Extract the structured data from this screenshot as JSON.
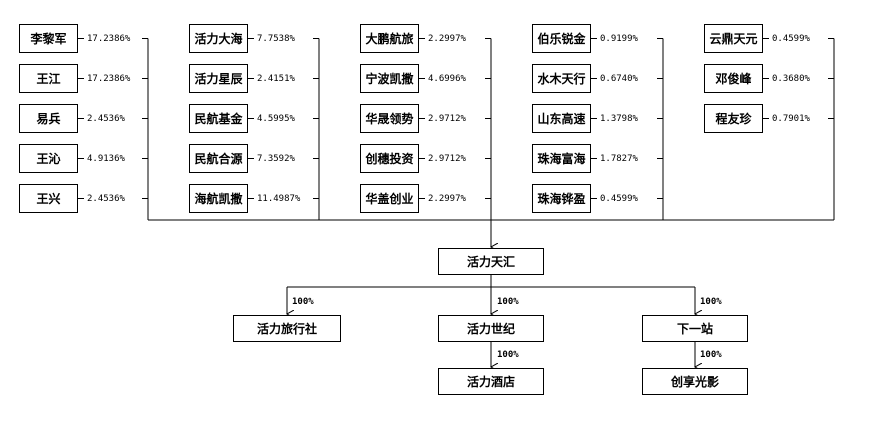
{
  "shareholder_columns": [
    [
      {
        "name": "李黎军",
        "pct": "17.2386%"
      },
      {
        "name": "王江",
        "pct": "17.2386%"
      },
      {
        "name": "易兵",
        "pct": "2.4536%"
      },
      {
        "name": "王沁",
        "pct": "4.9136%"
      },
      {
        "name": "王兴",
        "pct": "2.4536%"
      }
    ],
    [
      {
        "name": "活力大海",
        "pct": "7.7538%"
      },
      {
        "name": "活力星辰",
        "pct": "2.4151%"
      },
      {
        "name": "民航基金",
        "pct": "4.5995%"
      },
      {
        "name": "民航合源",
        "pct": "7.3592%"
      },
      {
        "name": "海航凯撒",
        "pct": "11.4987%"
      }
    ],
    [
      {
        "name": "大鹏航旅",
        "pct": "2.2997%"
      },
      {
        "name": "宁波凯撒",
        "pct": "4.6996%"
      },
      {
        "name": "华晟领势",
        "pct": "2.9712%"
      },
      {
        "name": "创穗投资",
        "pct": "2.9712%"
      },
      {
        "name": "华盖创业",
        "pct": "2.2997%"
      }
    ],
    [
      {
        "name": "伯乐锐金",
        "pct": "0.9199%"
      },
      {
        "name": "水木天行",
        "pct": "0.6740%"
      },
      {
        "name": "山东高速",
        "pct": "1.3798%"
      },
      {
        "name": "珠海富海",
        "pct": "1.7827%"
      },
      {
        "name": "珠海铧盈",
        "pct": "0.4599%"
      }
    ],
    [
      {
        "name": "云鼎天元",
        "pct": "0.4599%"
      },
      {
        "name": "邓俊峰",
        "pct": "0.3680%"
      },
      {
        "name": "程友珍",
        "pct": "0.7901%"
      }
    ]
  ],
  "parent": {
    "name": "活力天汇"
  },
  "subsidiaries": [
    {
      "name": "活力旅行社",
      "pct": "100%"
    },
    {
      "name": "活力世纪",
      "pct": "100%",
      "child": {
        "name": "活力酒店",
        "pct": "100%"
      }
    },
    {
      "name": "下一站",
      "pct": "100%",
      "child": {
        "name": "创享光影",
        "pct": "100%"
      }
    }
  ]
}
